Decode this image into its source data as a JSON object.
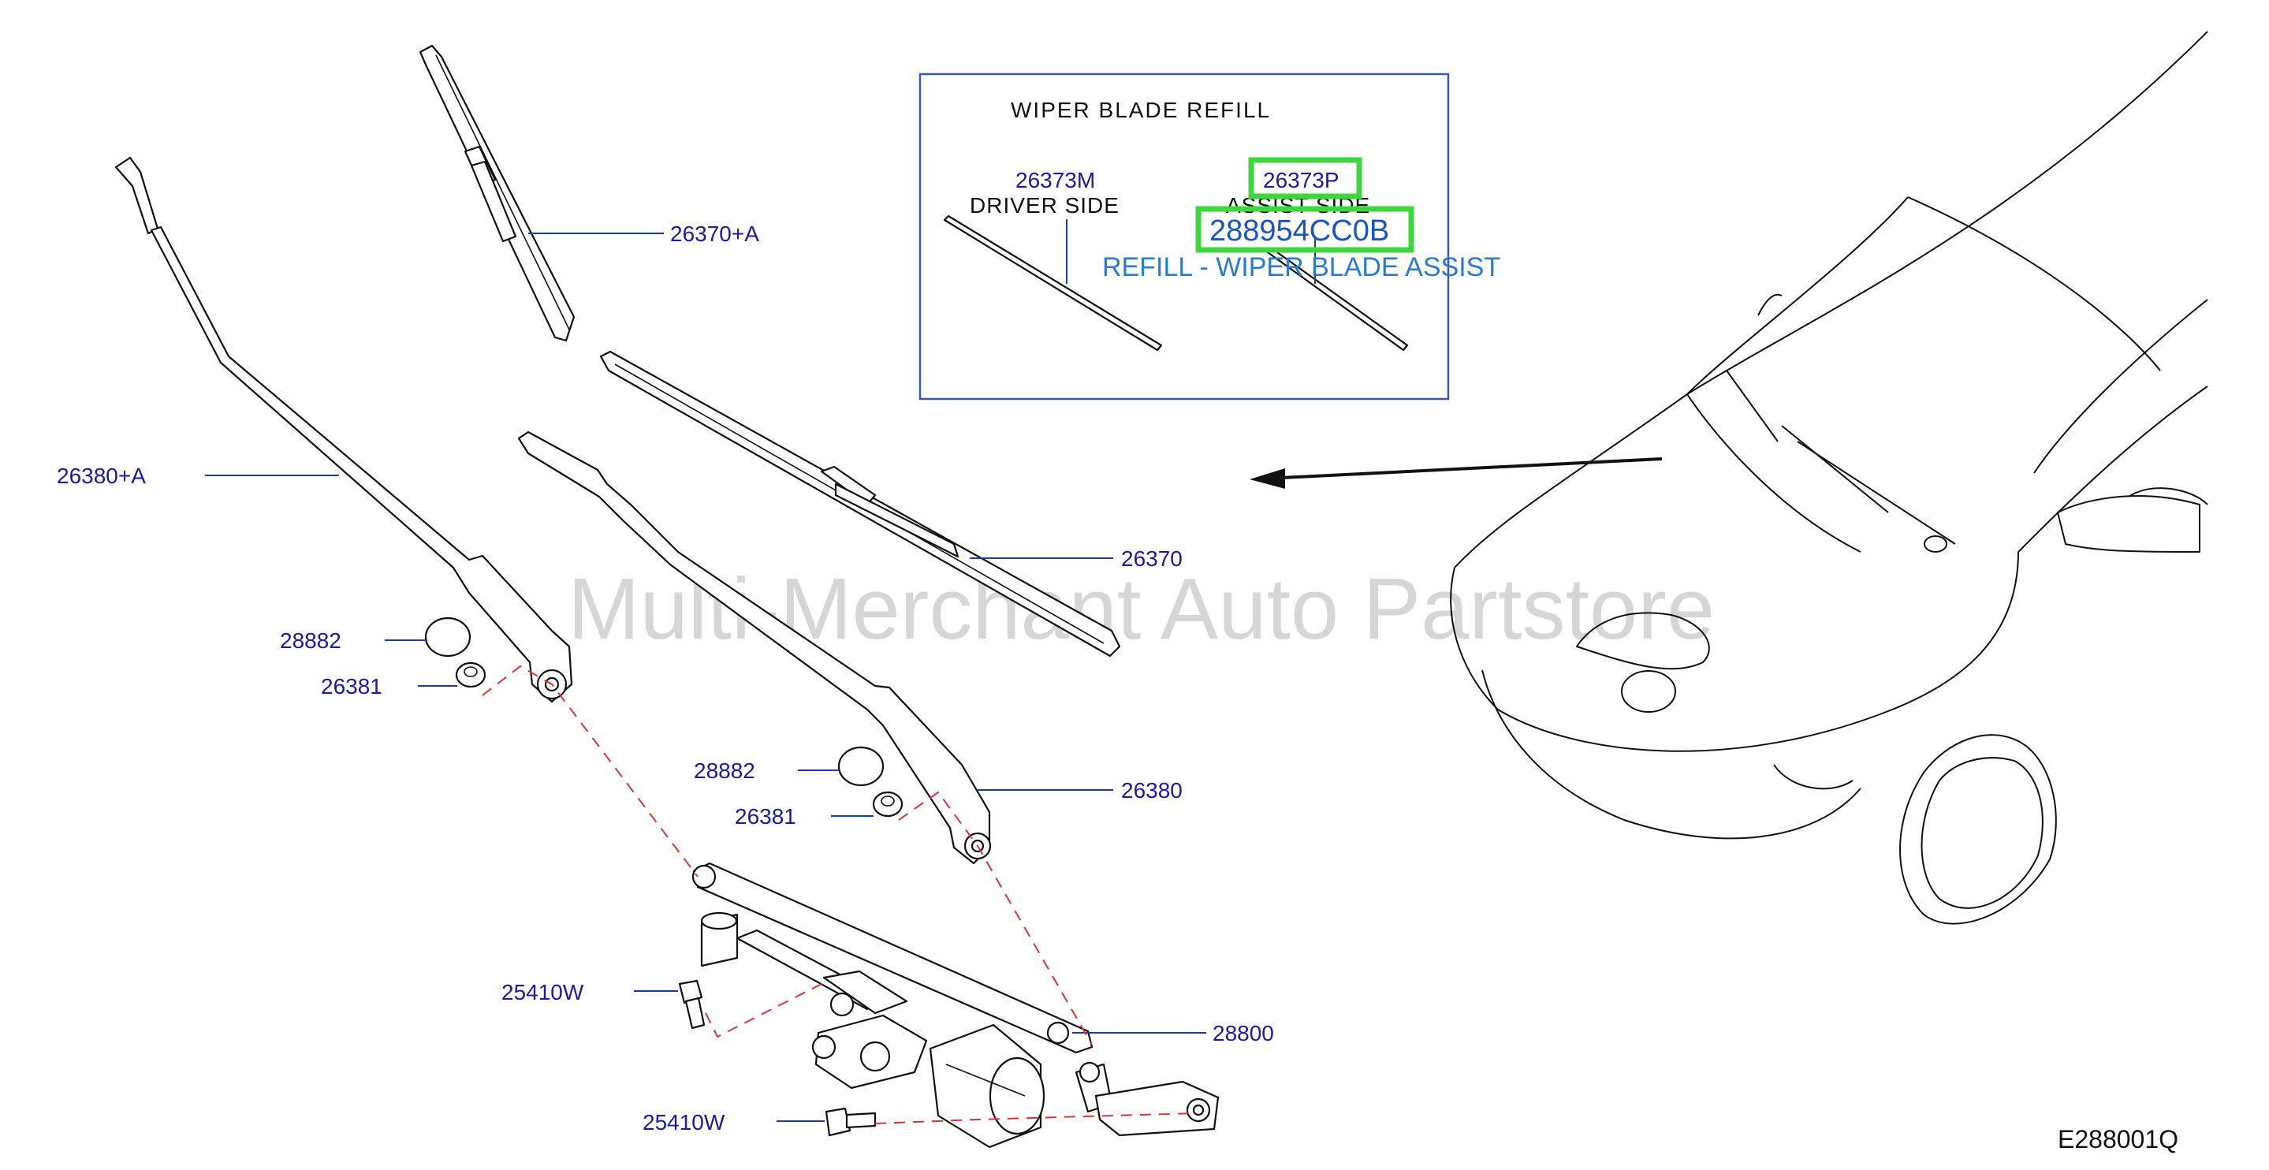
{
  "diagram": {
    "figure_code": "E288001Q",
    "watermark": "Multi-Merchant Auto Partstore",
    "inset": {
      "title": "WIPER   BLADE   REFILL",
      "driver_part": "26373M",
      "driver_label": "DRIVER   SIDE",
      "assist_part": "26373P",
      "assist_label": "ASSIST   SIDE",
      "highlight_part_number": "288954CC0B",
      "highlight_description": "REFILL - WIPER BLADE ASSIST"
    },
    "callouts": {
      "blade_driver": "26370+A",
      "arm_driver": "26380+A",
      "blade_assist": "26370",
      "cap_driver": "28882",
      "nut_driver": "26381",
      "cap_assist": "28882",
      "nut_assist": "26381",
      "arm_assist": "26380",
      "bolt_upper": "25410W",
      "linkage": "28800",
      "bolt_lower": "25410W"
    },
    "colors": {
      "callout": "#1a1aa6",
      "highlight_box": "#3dd63d",
      "highlight_text": "#1a55c8",
      "dashed_line": "#d33333",
      "watermark": "#b4b4b4"
    }
  }
}
